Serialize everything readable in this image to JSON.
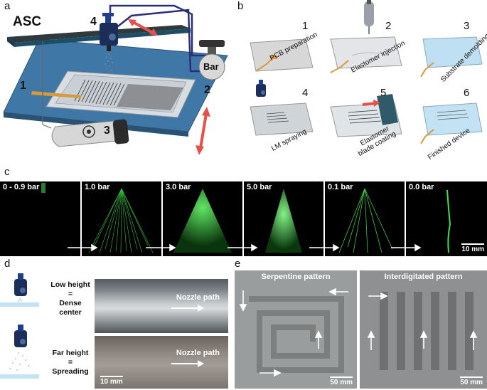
{
  "panels": {
    "a": "a",
    "b": "b",
    "c": "c",
    "d": "d",
    "e": "e"
  },
  "a": {
    "title": "ASC",
    "labels": {
      "one": "1",
      "two": "2",
      "three": "3",
      "four": "4"
    },
    "pressure": "Bar"
  },
  "b": {
    "steps": [
      {
        "num": "1",
        "label": "PCB preparation"
      },
      {
        "num": "2",
        "label": "Elastomer injection"
      },
      {
        "num": "3",
        "label": "Substrate demolding"
      },
      {
        "num": "4",
        "label": "LM spraying"
      },
      {
        "num": "5",
        "label_line1": "Elastomer",
        "label_line2": "blade coating"
      },
      {
        "num": "6",
        "label": "Finished device"
      }
    ]
  },
  "c": {
    "frames": [
      {
        "label": "0 - 0.9 bar"
      },
      {
        "label": "1.0 bar"
      },
      {
        "label": "3.0 bar"
      },
      {
        "label": "5.0 bar"
      },
      {
        "label": "0.1 bar"
      },
      {
        "label": "0.0 bar"
      }
    ],
    "scale": "10 mm"
  },
  "d": {
    "low_line1": "Low height",
    "low_eq": "=",
    "low_line2": "Dense center",
    "far_line1": "Far height",
    "far_eq": "=",
    "far_line2": "Spreading",
    "nozzle_path_1": "Nozzle path",
    "nozzle_path_2": "Nozzle path",
    "scale": "10 mm"
  },
  "e": {
    "left_title": "Serpentine pattern",
    "right_title": "Interdigitated pattern",
    "scale_left": "50 mm",
    "scale_right": "50 mm"
  },
  "colors": {
    "spray": "#3fe04a",
    "plate": "#3f78a6",
    "arrow": "#e8514b",
    "wire": "#2a2f7a"
  }
}
